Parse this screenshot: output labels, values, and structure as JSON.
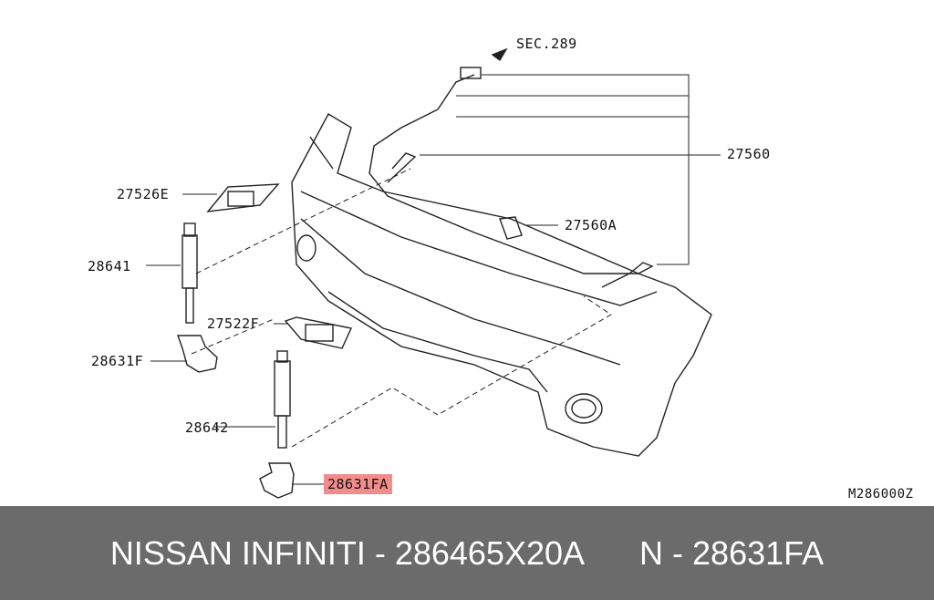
{
  "diagram": {
    "labels": {
      "sec": "SEC.289",
      "p27560": "27560",
      "p27526E": "27526E",
      "p27560A": "27560A",
      "p28641": "28641",
      "p27522F": "27522F",
      "p28631F": "28631F",
      "p28642": "28642",
      "p28631FA": "28631FA",
      "code": "M286000Z"
    },
    "highlight_color": "#f28b8b"
  },
  "footer": {
    "left": "NISSAN INFINITI - 286465X20A",
    "right": "N - 28631FA"
  }
}
